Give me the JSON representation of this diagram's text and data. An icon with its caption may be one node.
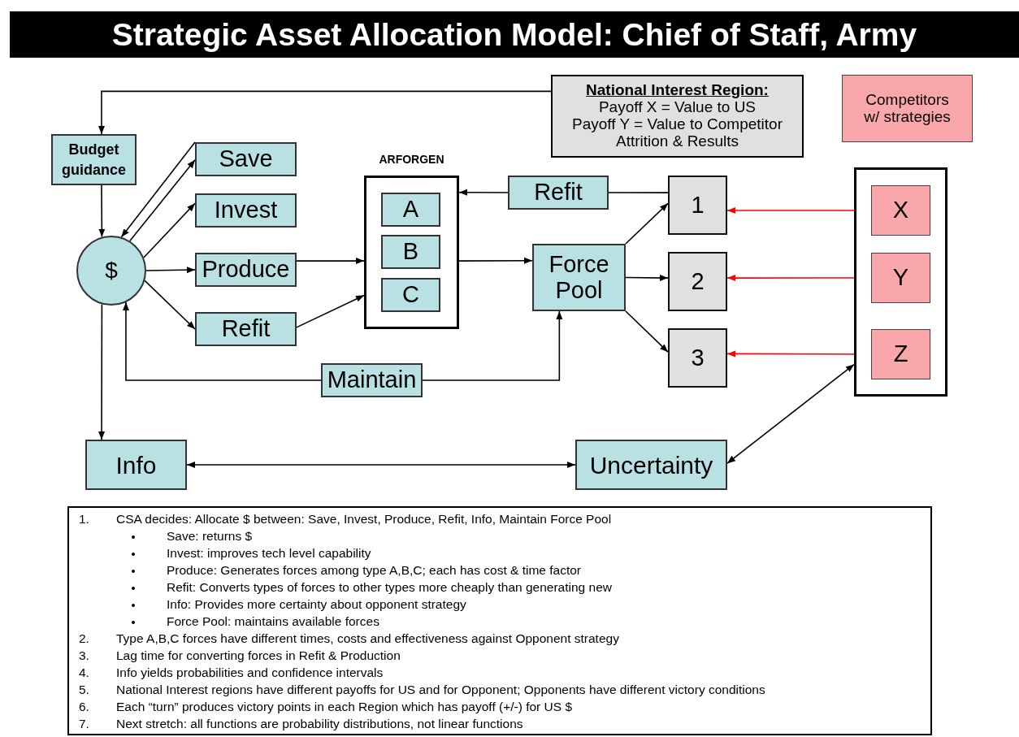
{
  "diagram": {
    "title": "Strategic Asset Allocation Model: Chief of Staff, Army",
    "nodes": [
      {
        "text": [
          "Budget guidance"
        ]
      },
      {
        "text": [
          "$"
        ]
      },
      {
        "text": [
          "Save"
        ]
      },
      {
        "text": [
          "Invest"
        ]
      },
      {
        "text": [
          "Produce"
        ]
      },
      {
        "text": [
          "Refit"
        ]
      },
      {
        "text": [
          "ARFORGEN"
        ]
      },
      {
        "text": [
          "A"
        ],
        "in": 6
      },
      {
        "text": [
          "B"
        ],
        "in": 6
      },
      {
        "text": [
          "C"
        ],
        "in": 6
      },
      {
        "text": [
          "Refit"
        ]
      },
      {
        "text": [
          "Force Pool"
        ]
      },
      {
        "text": [
          "1"
        ]
      },
      {
        "text": [
          "2"
        ]
      },
      {
        "text": [
          "3"
        ]
      },
      {
        "text": [
          "National Interest Region:",
          "Payoff X = Value to US",
          "Payoff Y = Value to Competitor",
          "Attrition & Results"
        ]
      },
      {
        "text": [
          "Competitors w/ strategies"
        ]
      },
      {
        "text": [],
        "shape": "box"
      },
      {
        "text": [
          "X"
        ],
        "in": 17
      },
      {
        "text": [
          "Y"
        ],
        "in": 17
      },
      {
        "text": [
          "Z"
        ],
        "in": 17
      },
      {
        "text": [
          "Maintain"
        ]
      },
      {
        "text": [
          "Info"
        ]
      },
      {
        "text": [
          "Uncertainty"
        ]
      },
      {
        "text": [
          "1.",
          "CSA decides: Allocate $ between: Save, Invest, Produce, Refit, Info, Maintain Force Pool",
          "Save: returns $",
          "Invest: improves tech level capability",
          "Produce: Generates forces among type A,B,C;  each has cost & time factor",
          "Refit: Converts types of forces to other types more cheaply than generating new",
          "Info: Provides more certainty about opponent strategy",
          "Force Pool: maintains available forces",
          "2.",
          "Type A,B,C forces have different times, costs and effectiveness against Opponent strategy",
          "3.",
          "Lag time for converting forces in Refit & Production",
          "4.",
          "Info yields probabilities and confidence intervals",
          "5.",
          "National Interest regions have different payoffs for US and for Opponent; Opponents have different victory conditions",
          "6.",
          "Each “turn” produces victory points in each Region which has payoff (+/-) for US $",
          "7.",
          "Next stretch: all functions are probability distributions, not linear functions"
        ]
      }
    ],
    "edges": [
      {
        "from": 15,
        "to": 0,
        "arrow": "to"
      },
      {
        "from": 0,
        "to": 1,
        "arrow": "to"
      },
      {
        "from": 2,
        "to": 1,
        "arrow": "to"
      },
      {
        "from": 1,
        "to": 2,
        "arrow": "to"
      },
      {
        "from": 1,
        "to": 3,
        "arrow": "to"
      },
      {
        "from": 1,
        "to": 4,
        "arrow": "to"
      },
      {
        "from": 1,
        "to": 5,
        "arrow": "to"
      },
      {
        "from": 4,
        "to": 6,
        "arrow": "to"
      },
      {
        "from": 5,
        "to": 6,
        "arrow": "to"
      },
      {
        "from": 12,
        "to": 10,
        "arrow": "none"
      },
      {
        "from": 10,
        "to": 6,
        "arrow": "to"
      },
      {
        "from": 6,
        "to": 11,
        "arrow": "to"
      },
      {
        "from": 11,
        "to": 12,
        "arrow": "to"
      },
      {
        "from": 11,
        "to": 13,
        "arrow": "to"
      },
      {
        "from": 11,
        "to": 14,
        "arrow": "to"
      },
      {
        "from": 18,
        "to": 12,
        "arrow": "to",
        "color": "#ff0000"
      },
      {
        "from": 19,
        "to": 13,
        "arrow": "to",
        "color": "#ff0000"
      },
      {
        "from": 20,
        "to": 14,
        "arrow": "to",
        "color": "#ff0000"
      },
      {
        "from": 21,
        "to": 11,
        "arrow": "to"
      },
      {
        "from": 21,
        "to": 1,
        "arrow": "to"
      },
      {
        "from": 1,
        "to": 22,
        "arrow": "to"
      },
      {
        "from": 22,
        "to": 23,
        "arrow": "both"
      },
      {
        "from": 23,
        "to": 17,
        "arrow": "both"
      }
    ]
  }
}
